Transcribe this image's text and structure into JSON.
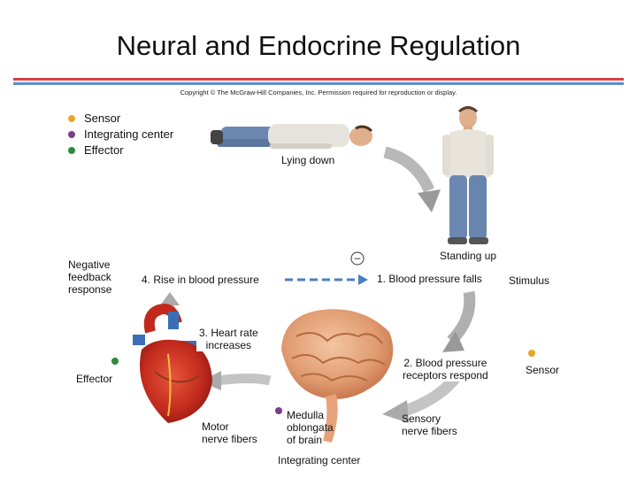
{
  "title": "Neural and Endocrine Regulation",
  "copyright": "Copyright © The McGraw-Hill Companies, Inc. Permission required for reproduction or display.",
  "colors": {
    "sensor": "#e8a52a",
    "integrating_center": "#7a3d8c",
    "effector": "#2e8b3a",
    "rule_red": "#d94040",
    "rule_blue": "#5a8fcf",
    "dash_arrow": "#4a7fbf"
  },
  "legend": [
    {
      "label": "Sensor",
      "color": "#e8a52a"
    },
    {
      "label": "Integrating center",
      "color": "#7a3d8c"
    },
    {
      "label": "Effector",
      "color": "#2e8b3a"
    }
  ],
  "labels": {
    "lying_down": "Lying down",
    "standing_up": "Standing up",
    "negative_feedback": [
      "Negative",
      "feedback",
      "response"
    ],
    "minus_sign": "–",
    "rise_bp": "4. Rise in blood pressure",
    "bp_falls": "1. Blood pressure falls",
    "stimulus": "Stimulus",
    "heart_rate": [
      "3. Heart rate",
      "increases"
    ],
    "receptors": [
      "2. Blood pressure",
      "receptors respond"
    ],
    "sensor": "Sensor",
    "effector": "Effector",
    "motor": [
      "Motor",
      "nerve fibers"
    ],
    "medulla": [
      "Medulla",
      "oblongata",
      "of brain"
    ],
    "sensory": [
      "Sensory",
      "nerve fibers"
    ],
    "integrating_center": "Integrating center"
  }
}
